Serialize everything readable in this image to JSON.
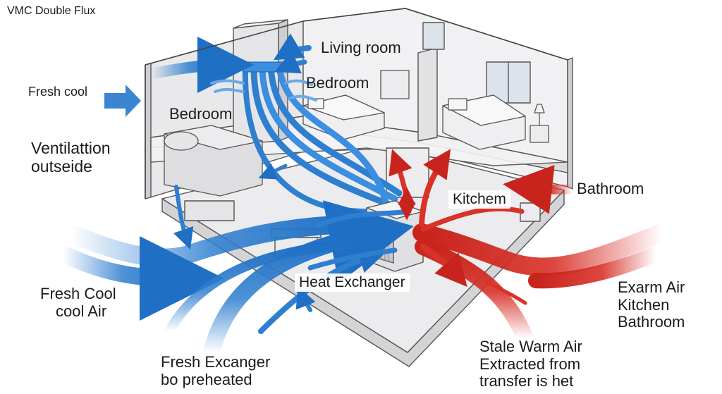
{
  "title": "VMC Double Flux",
  "rooms": {
    "living_room": "Living room",
    "bedroom_upper": "Bedroom",
    "bedroom_left": "Bedroom",
    "kitchen": "Kitchem",
    "bathroom": "Bathroom"
  },
  "labels": {
    "fresh_cool": "Fresh cool",
    "ventilation": [
      "Ventilattion",
      "outseide"
    ],
    "fresh_cool_air": [
      "Fresh Cool",
      "cool Air"
    ],
    "fresh_exchanger": [
      "Fresh Excanger",
      "bo preheated"
    ],
    "heat_exchanger": "Heat Exchanger",
    "stale_warm": [
      "Stale Warm Air",
      "Extracted from",
      "transfer is het"
    ],
    "warm_air": [
      "Exarm Air",
      "Kitchen",
      "Bathroom"
    ]
  },
  "colors": {
    "fresh_air": "#2f7fd0",
    "stale_air": "#d83229",
    "building": "#e7e7e9",
    "outline": "#555555"
  }
}
